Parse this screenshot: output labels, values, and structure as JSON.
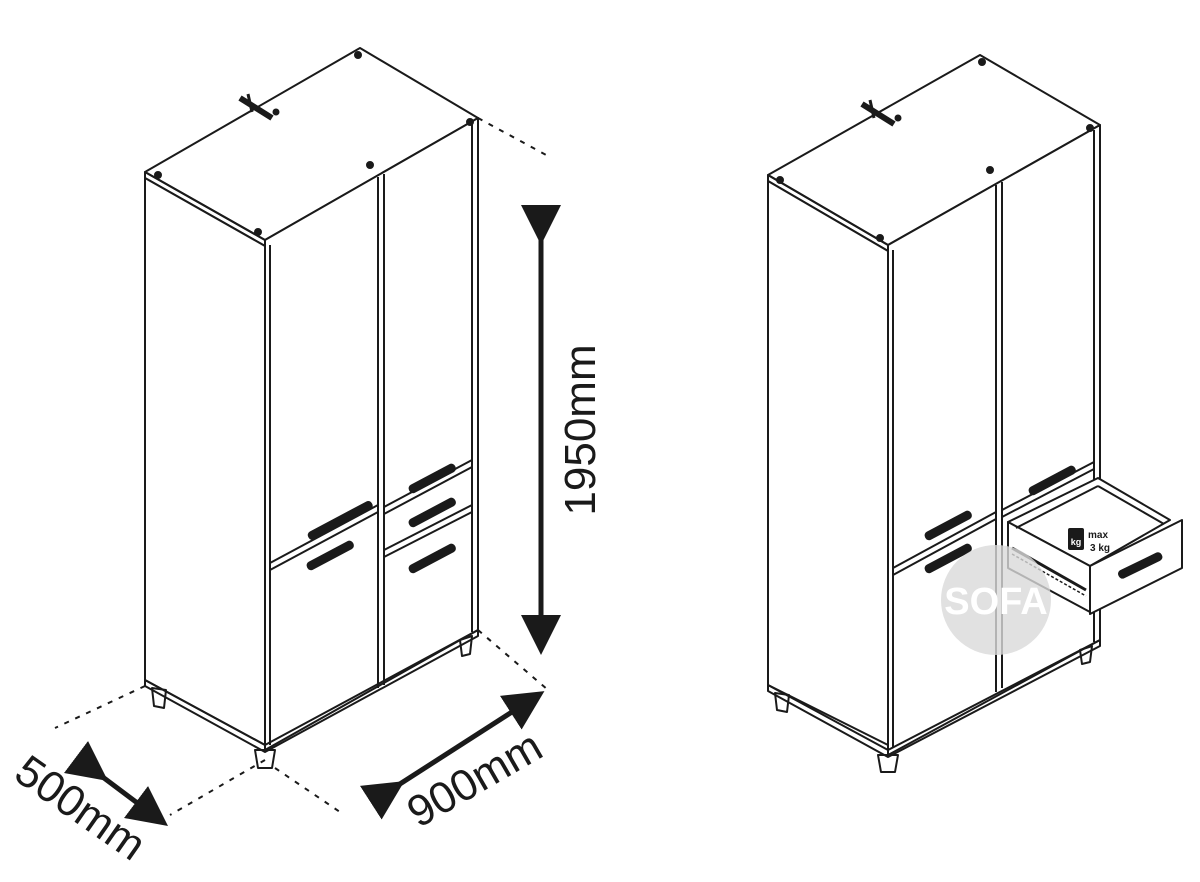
{
  "dimensions": {
    "height": "1950mm",
    "width": "900mm",
    "depth": "500mm"
  },
  "drawer_load": {
    "unit": "kg",
    "max_label": "max",
    "value": "3 kg"
  },
  "watermark": "SOFA",
  "colors": {
    "line": "#1a1a1a",
    "background": "#ffffff",
    "watermark": "#d9d9d9"
  }
}
